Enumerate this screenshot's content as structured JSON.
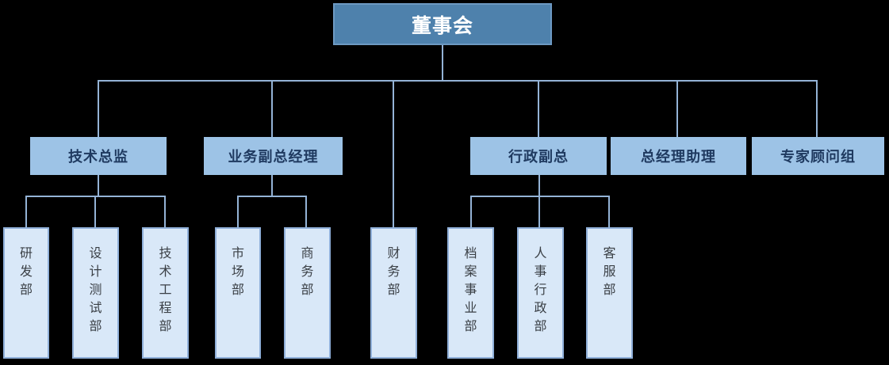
{
  "org": {
    "root": {
      "label": "董事会"
    },
    "executives": [
      {
        "label": "技术总监",
        "children": [
          "研发部",
          "设计测试部",
          "技术工程部"
        ]
      },
      {
        "label": "业务副总经理",
        "children": [
          "市场部",
          "商务部"
        ]
      },
      {
        "label": "行政副总",
        "children": [
          "档案事业部",
          "人事行政部",
          "客服部"
        ]
      },
      {
        "label": "总经理助理",
        "children": []
      },
      {
        "label": "专家顾问组",
        "children": []
      }
    ],
    "departments": [
      {
        "label": "研发部"
      },
      {
        "label": "设计测试部"
      },
      {
        "label": "技术工程部"
      },
      {
        "label": "市场部"
      },
      {
        "label": "商务部"
      },
      {
        "label": "财务部"
      },
      {
        "label": "档案事业部"
      },
      {
        "label": "人事行政部"
      },
      {
        "label": "客服部"
      }
    ],
    "direct_report_of_root": "财务部"
  },
  "colors": {
    "background": "#000000",
    "root_fill": "#4E81AC",
    "root_border": "#6D99C2",
    "root_text": "#FFFFFF",
    "level2_fill": "#9DC3E6",
    "level2_text": "#1F3A60",
    "level3_fill": "#D9E8F8",
    "level3_border": "#8FAFD9",
    "level3_text": "#3A3F45",
    "connector": "#94B3D6"
  }
}
